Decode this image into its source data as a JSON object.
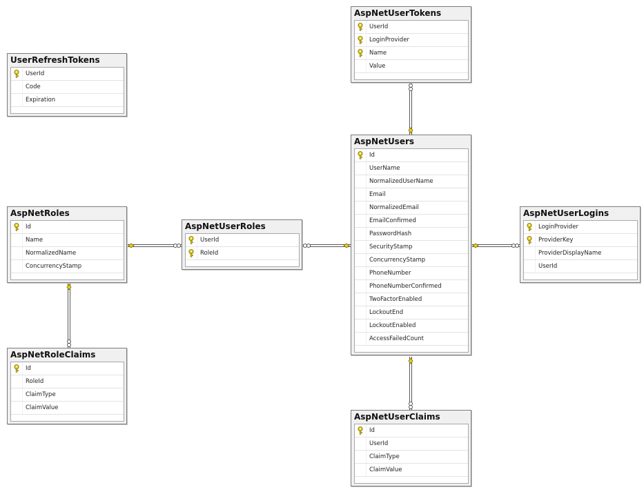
{
  "diagram": {
    "tables": [
      {
        "id": "UserRefreshTokens",
        "name": "UserRefreshTokens",
        "columns": [
          {
            "name": "UserId",
            "pk": true
          },
          {
            "name": "Code",
            "pk": false
          },
          {
            "name": "Expiration",
            "pk": false
          }
        ]
      },
      {
        "id": "AspNetUserTokens",
        "name": "AspNetUserTokens",
        "columns": [
          {
            "name": "UserId",
            "pk": true
          },
          {
            "name": "LoginProvider",
            "pk": true
          },
          {
            "name": "Name",
            "pk": true
          },
          {
            "name": "Value",
            "pk": false
          }
        ]
      },
      {
        "id": "AspNetUsers",
        "name": "AspNetUsers",
        "columns": [
          {
            "name": "Id",
            "pk": true
          },
          {
            "name": "UserName",
            "pk": false
          },
          {
            "name": "NormalizedUserName",
            "pk": false
          },
          {
            "name": "Email",
            "pk": false
          },
          {
            "name": "NormalizedEmail",
            "pk": false
          },
          {
            "name": "EmailConfirmed",
            "pk": false
          },
          {
            "name": "PasswordHash",
            "pk": false
          },
          {
            "name": "SecurityStamp",
            "pk": false
          },
          {
            "name": "ConcurrencyStamp",
            "pk": false
          },
          {
            "name": "PhoneNumber",
            "pk": false
          },
          {
            "name": "PhoneNumberConfirmed",
            "pk": false
          },
          {
            "name": "TwoFactorEnabled",
            "pk": false
          },
          {
            "name": "LockoutEnd",
            "pk": false
          },
          {
            "name": "LockoutEnabled",
            "pk": false
          },
          {
            "name": "AccessFailedCount",
            "pk": false
          }
        ]
      },
      {
        "id": "AspNetRoles",
        "name": "AspNetRoles",
        "columns": [
          {
            "name": "Id",
            "pk": true
          },
          {
            "name": "Name",
            "pk": false
          },
          {
            "name": "NormalizedName",
            "pk": false
          },
          {
            "name": "ConcurrencyStamp",
            "pk": false
          }
        ]
      },
      {
        "id": "AspNetUserRoles",
        "name": "AspNetUserRoles",
        "columns": [
          {
            "name": "UserId",
            "pk": true
          },
          {
            "name": "RoleId",
            "pk": true
          }
        ]
      },
      {
        "id": "AspNetUserLogins",
        "name": "AspNetUserLogins",
        "columns": [
          {
            "name": "LoginProvider",
            "pk": true
          },
          {
            "name": "ProviderKey",
            "pk": true
          },
          {
            "name": "ProviderDisplayName",
            "pk": false
          },
          {
            "name": "UserId",
            "pk": false
          }
        ]
      },
      {
        "id": "AspNetRoleClaims",
        "name": "AspNetRoleClaims",
        "columns": [
          {
            "name": "Id",
            "pk": true
          },
          {
            "name": "RoleId",
            "pk": false
          },
          {
            "name": "ClaimType",
            "pk": false
          },
          {
            "name": "ClaimValue",
            "pk": false
          }
        ]
      },
      {
        "id": "AspNetUserClaims",
        "name": "AspNetUserClaims",
        "columns": [
          {
            "name": "Id",
            "pk": true
          },
          {
            "name": "UserId",
            "pk": false
          },
          {
            "name": "ClaimType",
            "pk": false
          },
          {
            "name": "ClaimValue",
            "pk": false
          }
        ]
      }
    ],
    "relationships": [
      {
        "one": "AspNetUsers",
        "many": "AspNetUserTokens"
      },
      {
        "one": "AspNetUsers",
        "many": "AspNetUserRoles"
      },
      {
        "one": "AspNetUsers",
        "many": "AspNetUserLogins"
      },
      {
        "one": "AspNetUsers",
        "many": "AspNetUserClaims"
      },
      {
        "one": "AspNetRoles",
        "many": "AspNetUserRoles"
      },
      {
        "one": "AspNetRoles",
        "many": "AspNetRoleClaims"
      }
    ],
    "colors": {
      "key_icon": "#e8d21a",
      "connector": "#555555",
      "one_end": "#e8d21a"
    },
    "icons": {
      "primary_key": "key-icon"
    }
  }
}
